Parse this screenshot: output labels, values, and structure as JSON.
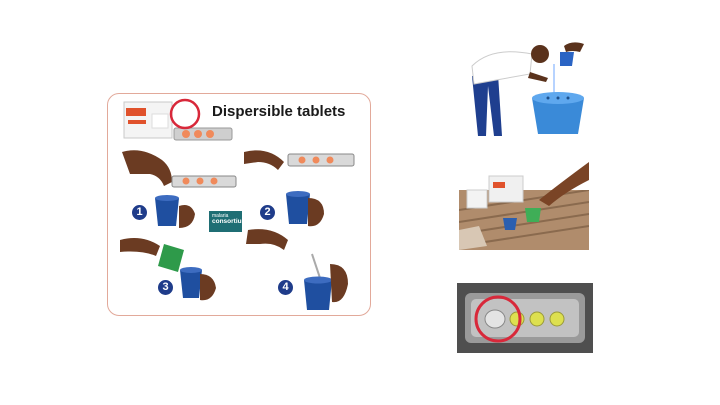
{
  "card": {
    "title": "Dispersible tablets",
    "steps": [
      "1",
      "2",
      "3",
      "4"
    ],
    "logo_text_top": "malaria",
    "logo_text_main": "consortium"
  },
  "colors": {
    "card_border": "#e2a99a",
    "highlight_ring": "#d8283a",
    "cup_blue": "#1f4fa0",
    "cup_green": "#2e9a4a",
    "skin": "#6b3b22"
  },
  "images": {
    "handwashing": "person washing hands over basin",
    "dispersing": "tablet dissolving in cup of water on table",
    "blister": "blister pack with one tablet circled"
  }
}
